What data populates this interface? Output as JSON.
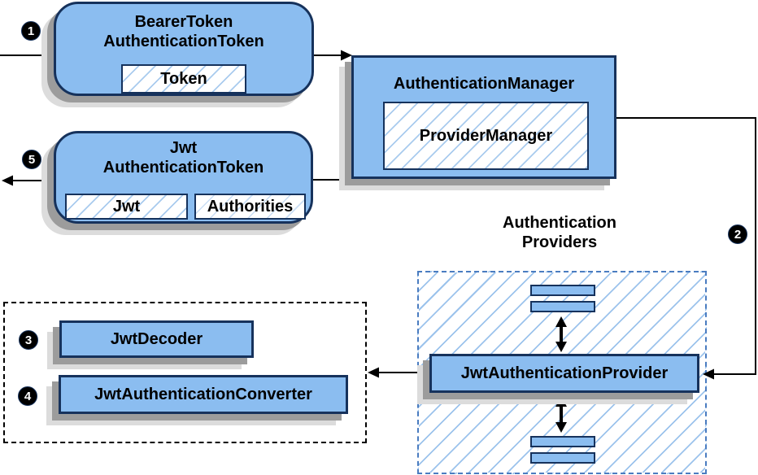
{
  "diagram": {
    "nodes": {
      "bearer_token": {
        "title_line1": "BearerToken",
        "title_line2": "AuthenticationToken",
        "field": "Token"
      },
      "auth_manager": {
        "title": "AuthenticationManager",
        "inner": "ProviderManager"
      },
      "jwt_token": {
        "title_line1": "Jwt",
        "title_line2": "AuthenticationToken",
        "field1": "Jwt",
        "field2": "Authorities"
      },
      "providers_group": {
        "label_line1": "Authentication",
        "label_line2": "Providers"
      },
      "jwt_provider": {
        "title": "JwtAuthenticationProvider"
      },
      "jwt_decoder": {
        "title": "JwtDecoder"
      },
      "jwt_converter": {
        "title": "JwtAuthenticationConverter"
      }
    },
    "badges": [
      {
        "id": "step-1",
        "label": "1"
      },
      {
        "id": "step-2",
        "label": "2"
      },
      {
        "id": "step-3",
        "label": "3"
      },
      {
        "id": "step-4",
        "label": "4"
      },
      {
        "id": "step-5",
        "label": "5"
      }
    ],
    "colors": {
      "node_fill": "#8BBDF0",
      "node_border": "#16325C",
      "hatch_line": "#A9CBEE",
      "providers_hatch_line": "#9CC3EC",
      "providers_dash_border": "#4A7CC0",
      "converter_group_border": "#000000",
      "shadow_dark": "#9C9C9C",
      "shadow_light": "#DCDCDC",
      "arrow": "#000000",
      "badge_bg": "#000000",
      "badge_text": "#FFFFFF",
      "background": "#FFFFFF"
    }
  }
}
